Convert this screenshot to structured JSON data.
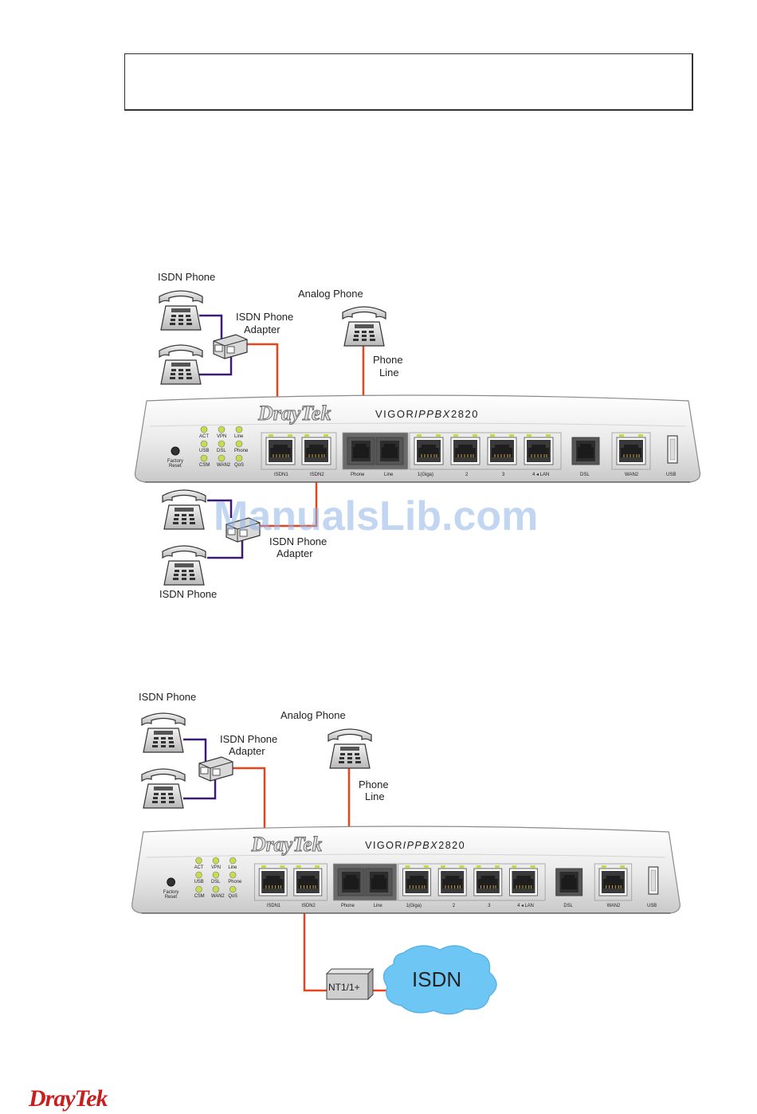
{
  "diagram1": {
    "isdn_phone_top": "ISDN Phone",
    "isdn_adapter_top": [
      "ISDN Phone",
      "Adapter"
    ],
    "analog_phone": "Analog Phone",
    "phone_line": [
      "Phone",
      "Line"
    ],
    "isdn_adapter_bottom": [
      "ISDN Phone",
      "Adapter"
    ],
    "isdn_phone_bottom": "ISDN Phone"
  },
  "diagram2": {
    "isdn_phone": "ISDN Phone",
    "isdn_adapter": [
      "ISDN Phone",
      "Adapter"
    ],
    "analog_phone": "Analog Phone",
    "phone_line": [
      "Phone",
      "Line"
    ],
    "nt": "NT1/1+",
    "cloud": "ISDN"
  },
  "router": {
    "brand": "DrayTek",
    "model_prefix": "VIGOR",
    "model_italic": "IPPBX",
    "model_number": "2820",
    "factory_reset": [
      "Factory",
      "Reset"
    ],
    "leds": [
      "ACT",
      "VPN",
      "Line",
      "USB",
      "DSL",
      "Phone",
      "CSM",
      "WAN2",
      "QoS"
    ],
    "ports": [
      "ISDN1",
      "ISDN2",
      "Phone",
      "Line",
      "1(Giga)",
      "2",
      "3",
      "4 ◂ LAN",
      "DSL",
      "WAN2",
      "USB"
    ]
  },
  "watermark": "ManualsLib.com",
  "footer_logo": "DrayTek",
  "colors": {
    "cable_red": "#e8431c",
    "cable_purple": "#3d1a78",
    "cloud": "#6ec6f5",
    "logo_red": "#c81e1e"
  }
}
